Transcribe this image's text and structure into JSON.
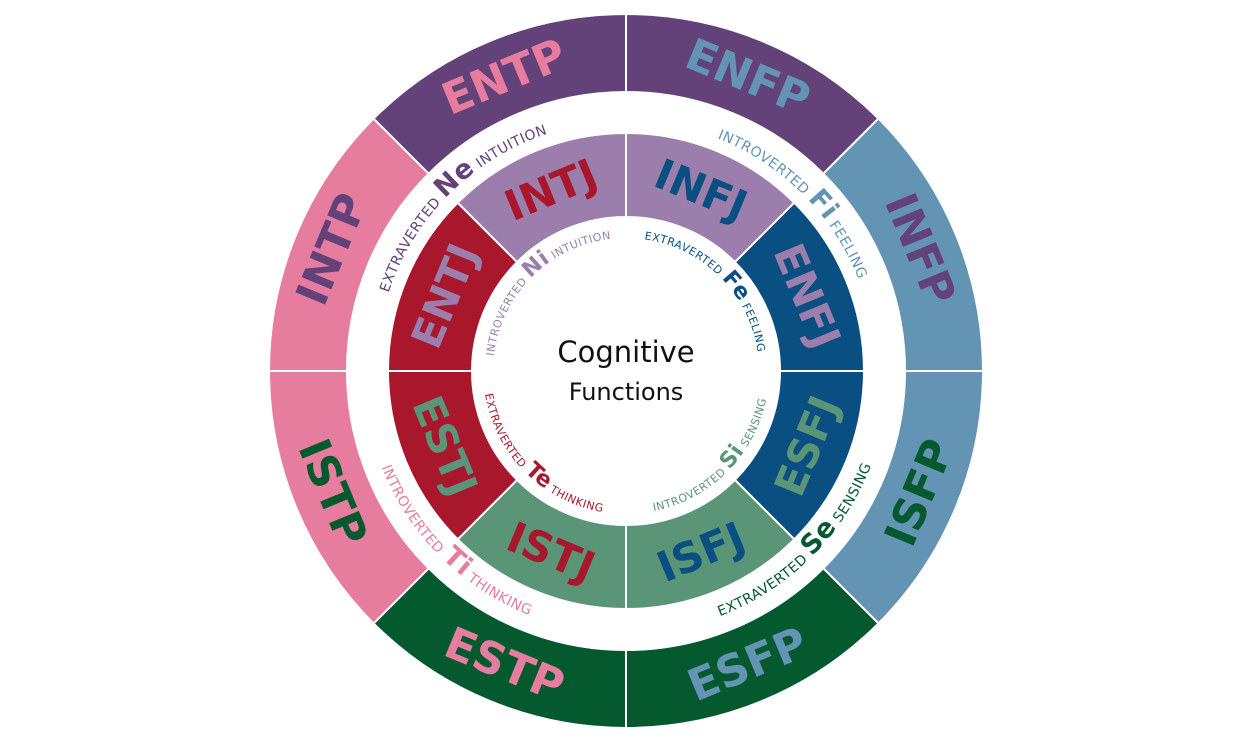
{
  "center": {
    "line1": "Cognitive",
    "line2": "Functions"
  },
  "colors": {
    "purple_dark": "#624279",
    "purple_light": "#9b7eac",
    "blue_light": "#6394b4",
    "blue_dark": "#0a4f82",
    "green_light": "#5a9577",
    "green_dark": "#04592f",
    "pink_light": "#e77d9e",
    "red": "#a8172b",
    "white": "#ffffff"
  },
  "outer_ring": [
    {
      "type": "ENFP",
      "fill": "purple_dark",
      "text": "blue_light"
    },
    {
      "type": "INFP",
      "fill": "blue_light",
      "text": "purple_dark"
    },
    {
      "type": "ISFP",
      "fill": "blue_light",
      "text": "green_dark"
    },
    {
      "type": "ESFP",
      "fill": "green_dark",
      "text": "blue_light"
    },
    {
      "type": "ESTP",
      "fill": "green_dark",
      "text": "pink_light"
    },
    {
      "type": "ISTP",
      "fill": "pink_light",
      "text": "green_dark"
    },
    {
      "type": "INTP",
      "fill": "pink_light",
      "text": "purple_dark"
    },
    {
      "type": "ENTP",
      "fill": "purple_dark",
      "text": "pink_light"
    }
  ],
  "inner_ring": [
    {
      "type": "INFJ",
      "fill": "purple_light",
      "text": "blue_dark"
    },
    {
      "type": "ENFJ",
      "fill": "blue_dark",
      "text": "purple_light"
    },
    {
      "type": "ESFJ",
      "fill": "blue_dark",
      "text": "green_light"
    },
    {
      "type": "ISFJ",
      "fill": "green_light",
      "text": "blue_dark"
    },
    {
      "type": "ISTJ",
      "fill": "green_light",
      "text": "red"
    },
    {
      "type": "ESTJ",
      "fill": "red",
      "text": "green_light"
    },
    {
      "type": "ENTJ",
      "fill": "red",
      "text": "purple_light"
    },
    {
      "type": "INTJ",
      "fill": "purple_light",
      "text": "red"
    }
  ],
  "outer_functions": [
    {
      "pre": "EXTRAVERTED",
      "abbr": "Ne",
      "post": "INTUITION",
      "color": "purple_dark"
    },
    {
      "pre": "INTROVERTED",
      "abbr": "Fi",
      "post": "FEELING",
      "color": "blue_light"
    },
    {
      "pre": "EXTRAVERTED",
      "abbr": "Se",
      "post": "SENSING",
      "color": "green_dark"
    },
    {
      "pre": "INTROVERTED",
      "abbr": "Ti",
      "post": "THINKING",
      "color": "pink_light"
    }
  ],
  "inner_functions": [
    {
      "pre": "INTROVERTED",
      "abbr": "Ni",
      "post": "INTUITION",
      "color": "purple_light"
    },
    {
      "pre": "EXTRAVERTED",
      "abbr": "Fe",
      "post": "FEELING",
      "color": "blue_dark"
    },
    {
      "pre": "INTROVERTED",
      "abbr": "Si",
      "post": "SENSING",
      "color": "green_light"
    },
    {
      "pre": "EXTRAVERTED",
      "abbr": "Te",
      "post": "THINKING",
      "color": "red"
    }
  ]
}
